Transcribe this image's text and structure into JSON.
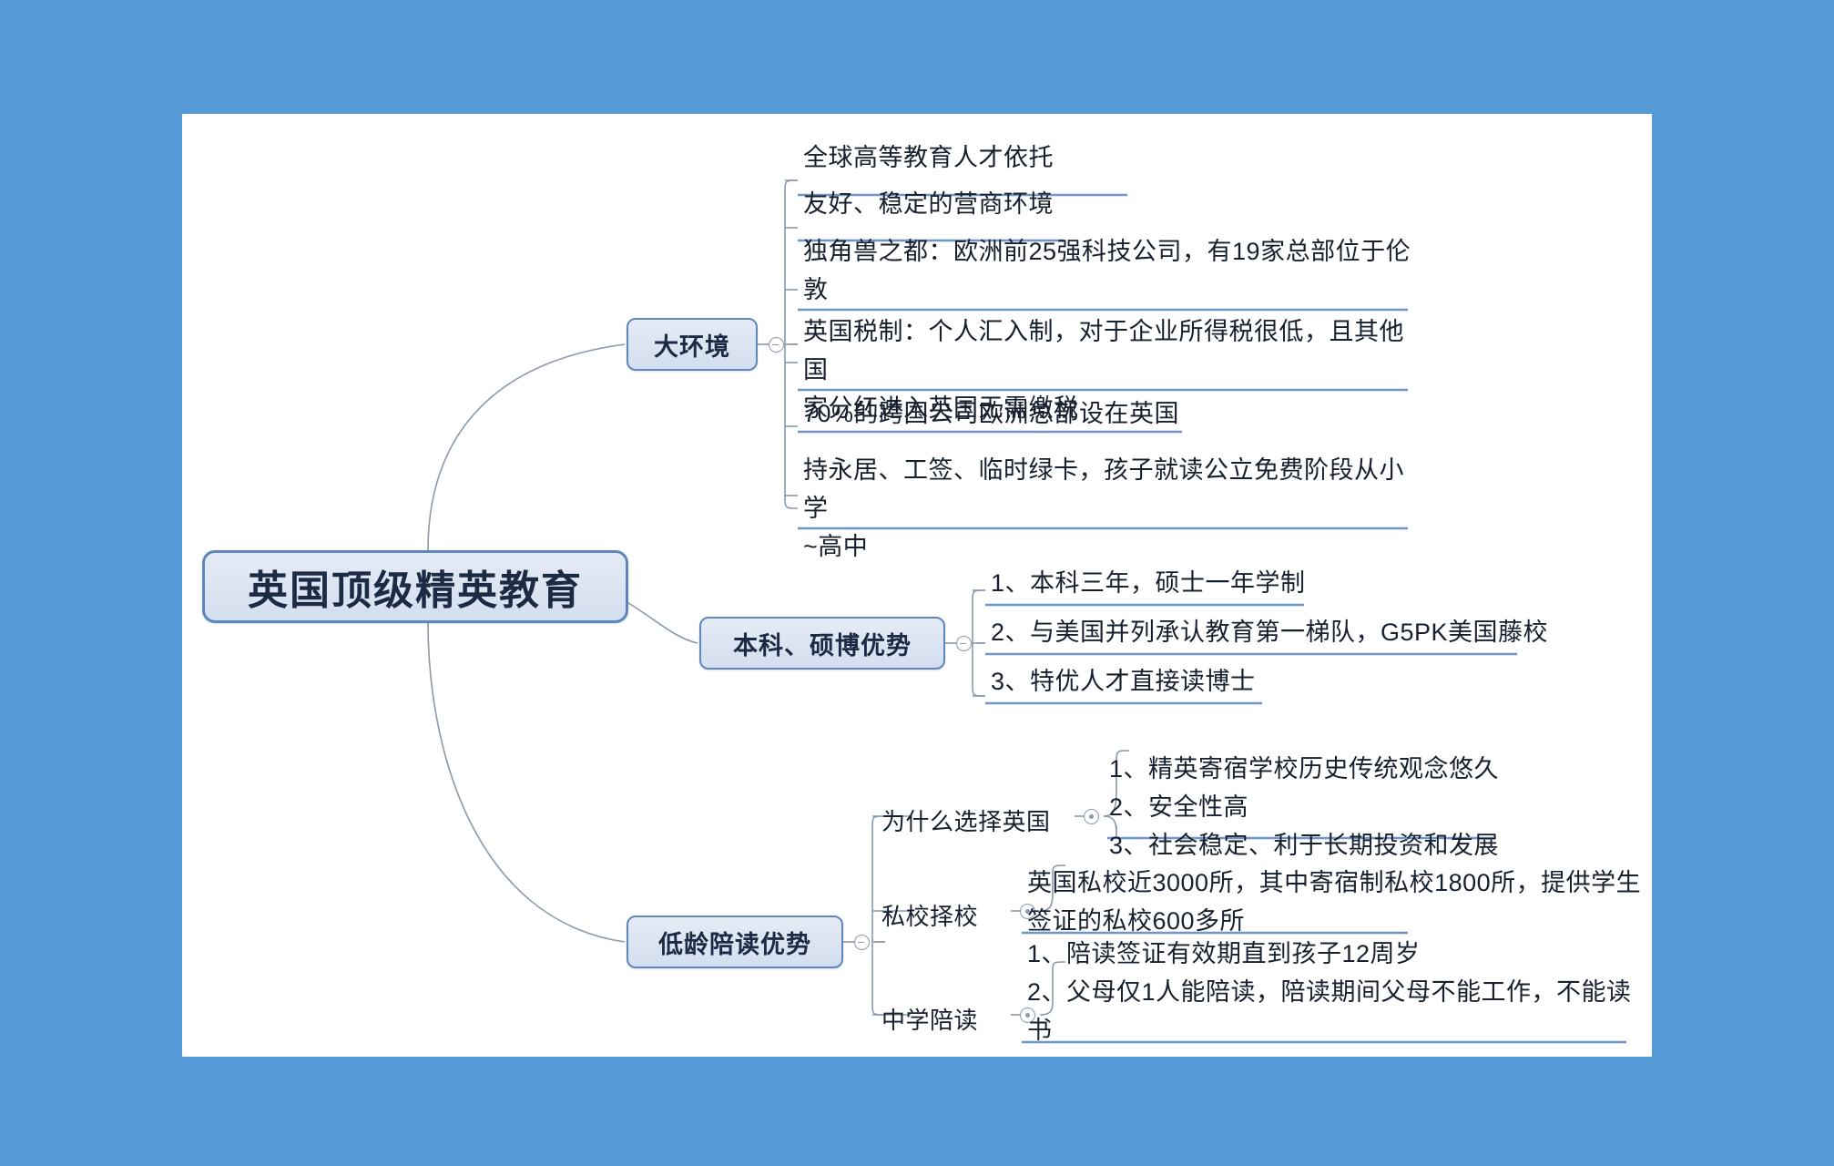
{
  "theme": {
    "page_background": "#559ad6",
    "canvas_background": "#ffffff",
    "node_fill": "#dde5f0",
    "node_border": "#5f87ba",
    "link_color": "#8a99ad",
    "underline_color": "#6f96c4",
    "text_color": "#17202e"
  },
  "mindmap": {
    "root": {
      "label": "英国顶级精英教育"
    },
    "branches": [
      {
        "label": "大环境",
        "items": [
          {
            "lines": [
              "全球高等教育人才依托"
            ]
          },
          {
            "lines": [
              "友好、稳定的营商环境"
            ]
          },
          {
            "lines": [
              "独角兽之都：欧洲前25强科技公司，有19家总部位于伦",
              "敦"
            ]
          },
          {
            "lines": [
              "英国税制：个人汇入制，对于企业所得税很低，且其他国",
              "家分红进入英国无需缴税"
            ]
          },
          {
            "lines": [
              "70%的跨国公司欧洲总部设在英国"
            ]
          },
          {
            "lines": [
              "持永居、工签、临时绿卡，孩子就读公立免费阶段从小学",
              "~高中"
            ]
          }
        ]
      },
      {
        "label": "本科、硕博优势",
        "items": [
          {
            "lines": [
              "1、本科三年，硕士一年学制"
            ]
          },
          {
            "lines": [
              "2、与美国并列承认教育第一梯队，G5PK美国藤校"
            ]
          },
          {
            "lines": [
              "3、特优人才直接读博士"
            ]
          }
        ]
      },
      {
        "label": "低龄陪读优势",
        "subgroups": [
          {
            "label": "为什么选择英国",
            "items": [
              {
                "lines": [
                  "1、精英寄宿学校历史传统观念悠久"
                ]
              },
              {
                "lines": [
                  "2、安全性高"
                ]
              },
              {
                "lines": [
                  "3、社会稳定、利于长期投资和发展"
                ]
              }
            ]
          },
          {
            "label": "私校择校",
            "items": [
              {
                "lines": [
                  "英国私校近3000所，其中寄宿制私校1800所，提供学生",
                  "签证的私校600多所"
                ]
              }
            ]
          },
          {
            "label": "中学陪读",
            "items": [
              {
                "lines": [
                  "1、陪读签证有效期直到孩子12周岁"
                ]
              },
              {
                "lines": [
                  "2、父母仅1人能陪读，陪读期间父母不能工作，不能读",
                  "书"
                ]
              }
            ]
          }
        ]
      }
    ]
  }
}
